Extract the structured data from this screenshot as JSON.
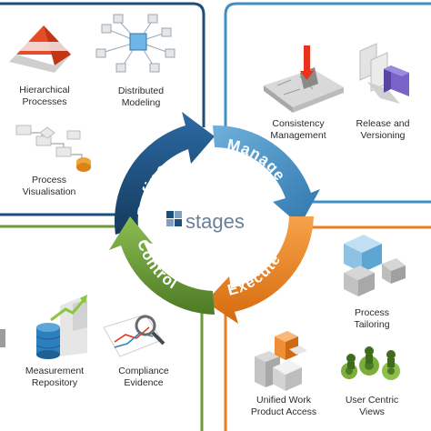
{
  "center": {
    "logo_text": "stages"
  },
  "cycle": [
    {
      "label": "Define",
      "color": "#1f4e79"
    },
    {
      "label": "Manage",
      "color": "#3f8fc4"
    },
    {
      "label": "Execute",
      "color": "#e87e1c"
    },
    {
      "label": "Control",
      "color": "#6a9a3a"
    }
  ],
  "quadrants": {
    "define": {
      "color": "#1f4e79",
      "items": [
        {
          "icon": "pyramid-icon",
          "line1": "Hierarchical",
          "line2": "Processes"
        },
        {
          "icon": "network-icon",
          "line1": "Distributed",
          "line2": "Modeling"
        },
        {
          "icon": "flowchart-icon",
          "line1": "Process",
          "line2": "Visualisation"
        }
      ]
    },
    "manage": {
      "color": "#3f8fc4",
      "items": [
        {
          "icon": "puzzle-icon",
          "line1": "Consistency",
          "line2": "Management"
        },
        {
          "icon": "documents-icon",
          "line1": "Release and",
          "line2": "Versioning"
        }
      ]
    },
    "execute": {
      "color": "#e87e1c",
      "items": [
        {
          "icon": "cubes-icon",
          "line1": "Process",
          "line2": "Tailoring"
        },
        {
          "icon": "blocks-icon",
          "line1": "Unified Work",
          "line2": "Product Access"
        },
        {
          "icon": "gears-icon",
          "line1": "User Centric",
          "line2": "Views"
        }
      ]
    },
    "control": {
      "color": "#6a9a3a",
      "items": [
        {
          "icon": "database-icon",
          "line1": "Measurement",
          "line2": "Repository"
        },
        {
          "icon": "magnifier-chart-icon",
          "line1": "Compliance",
          "line2": "Evidence"
        }
      ]
    }
  }
}
